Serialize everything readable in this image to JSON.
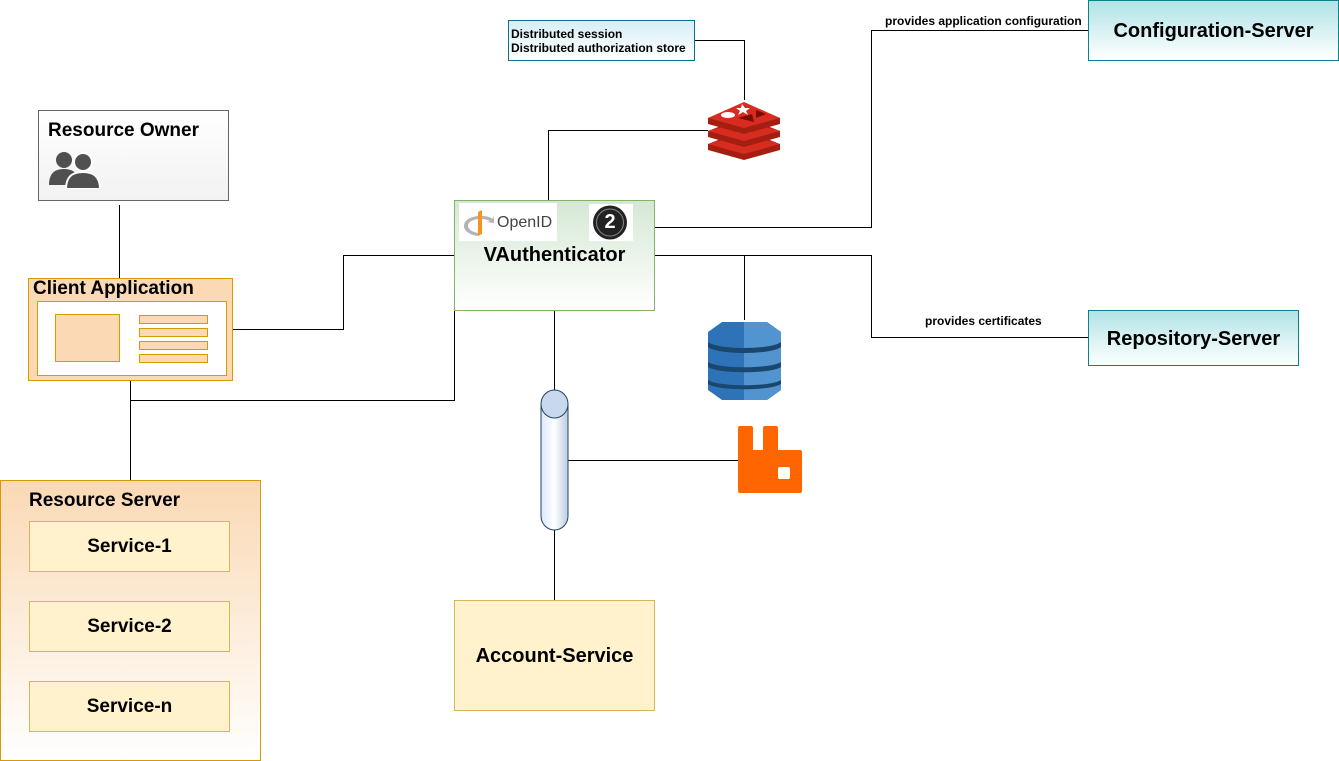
{
  "note": {
    "line1": "Distributed session",
    "line2": "Distributed authorization store"
  },
  "resource_owner": {
    "title": "Resource Owner",
    "icon": "users-icon"
  },
  "client_application": {
    "title": "Client Application",
    "icon": "browser-window-icon"
  },
  "resource_server": {
    "title": "Resource Server",
    "services": [
      "Service-1",
      "Service-2",
      "Service-n"
    ]
  },
  "vauthenticator": {
    "title": "VAuthenticator",
    "openid_logo_text": "OpenID",
    "oauth_badge": "2"
  },
  "account_service": {
    "title": "Account-Service"
  },
  "configuration_server": {
    "title": "Configuration-Server",
    "edge_label": "provides application configuration"
  },
  "repository_server": {
    "title": "Repository-Server",
    "edge_label": "provides certificates"
  },
  "icons": {
    "redis": "redis-icon",
    "dynamodb": "dynamodb-icon",
    "rabbitmq": "rabbitmq-icon",
    "queue": "message-queue-icon"
  },
  "colors": {
    "orange_fill": "#fad9b4",
    "orange_stroke": "#d79b00",
    "yellow_fill": "#fff2cc",
    "green_fill": "#d5e8d4",
    "teal_fill": "#b0e3e6",
    "redis_red": "#c6302b",
    "dynamo_blue": "#2e73b8",
    "rabbit_orange": "#ff6600"
  }
}
